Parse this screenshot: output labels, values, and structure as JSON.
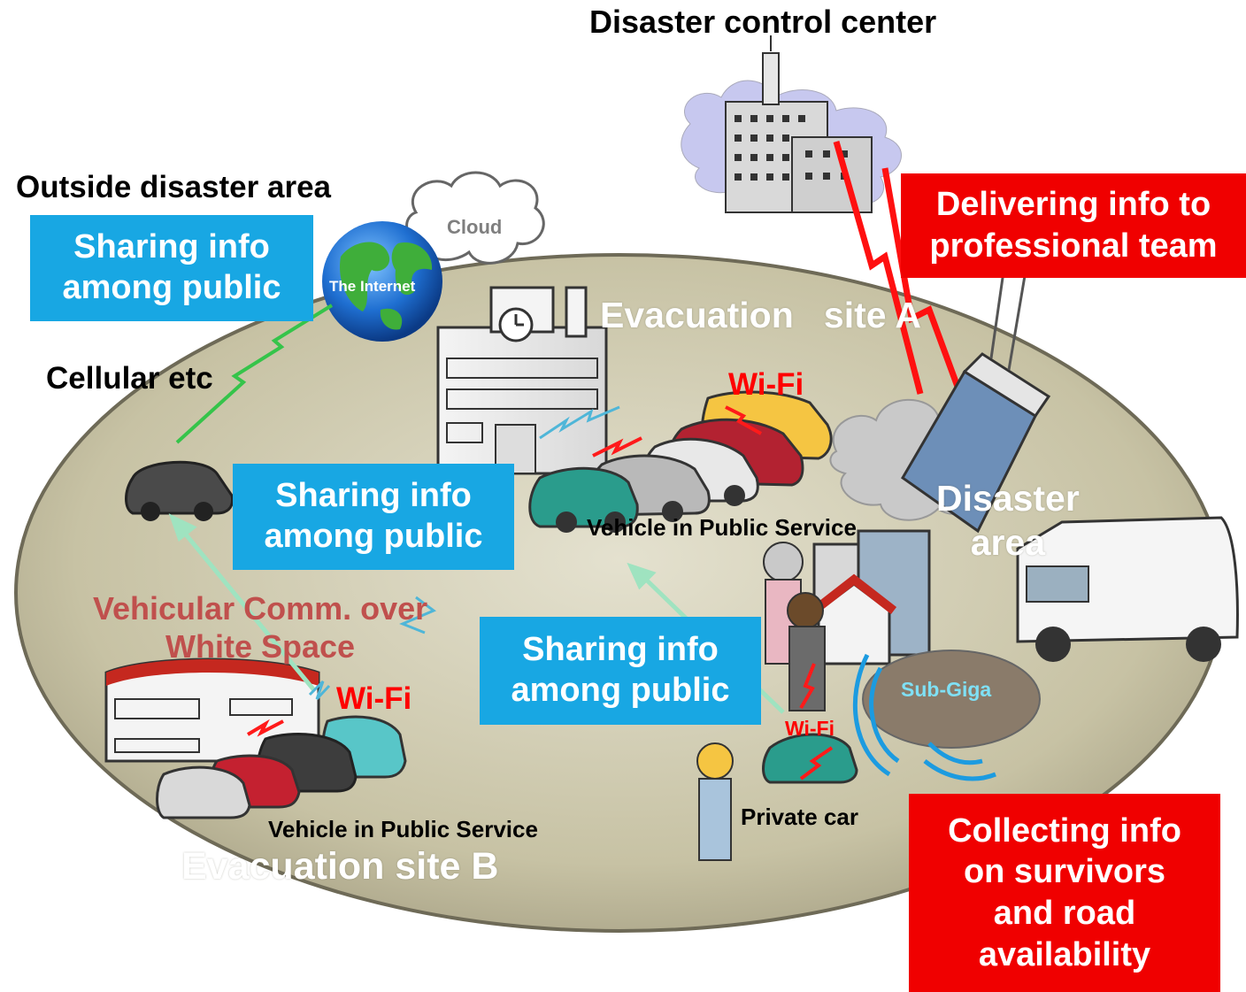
{
  "titles": {
    "control_center": "Disaster control center",
    "outside": "Outside disaster area",
    "cellular": "Cellular etc"
  },
  "cloud": {
    "label": "Cloud"
  },
  "globe": {
    "label": "The Internet"
  },
  "boxes": {
    "share_top_line1": "Sharing info",
    "share_top_line2": "among public",
    "share_mid_line1": "Sharing info",
    "share_mid_line2": "among public",
    "share_bottom_line1": "Sharing info",
    "share_bottom_line2": "among public",
    "deliver_line1": "Delivering info to",
    "deliver_line2": "professional team",
    "collect_line1": "Collecting info",
    "collect_line2": "on survivors",
    "collect_line3": "and road",
    "collect_line4": "availability"
  },
  "labels": {
    "site_a": "Evacuation   site A",
    "site_b": "Evacuation site B",
    "disaster_line1": "Disaster",
    "disaster_line2": "area",
    "wifi_a": "Wi-Fi",
    "wifi_b": "Wi-Fi",
    "wifi_private": "Wi-Fi",
    "subgiga": "Sub-Giga",
    "vehicular_line1": "Vehicular Comm. over",
    "vehicular_line2": "White Space",
    "vehicle_public_a": "Vehicle in Public Service",
    "vehicle_public_b": "Vehicle in Public Service",
    "private_car": "Private car"
  },
  "colors": {
    "ground": "#c9c4a8",
    "blue_box": "#18a7e3",
    "red_box": "#f00000",
    "arrow_green": "#9fe3c0",
    "vehicular_text": "#c0504d"
  }
}
